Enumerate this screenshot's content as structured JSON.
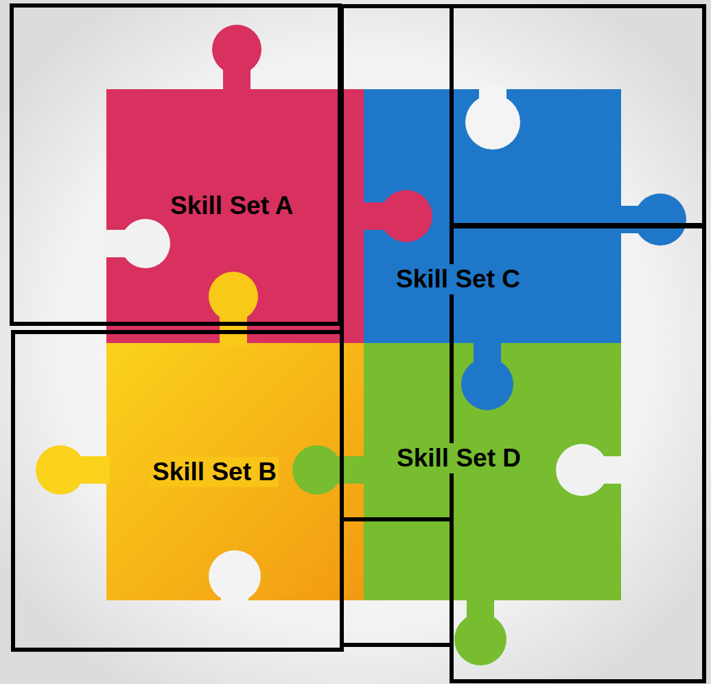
{
  "diagram": {
    "nodes": [
      {
        "text": [
          "Skill Set A"
        ]
      },
      {
        "text": [
          "Skill Set C"
        ]
      },
      {
        "text": [
          "Skill Set B"
        ]
      },
      {
        "text": [
          "Skill Set D"
        ]
      }
    ]
  }
}
